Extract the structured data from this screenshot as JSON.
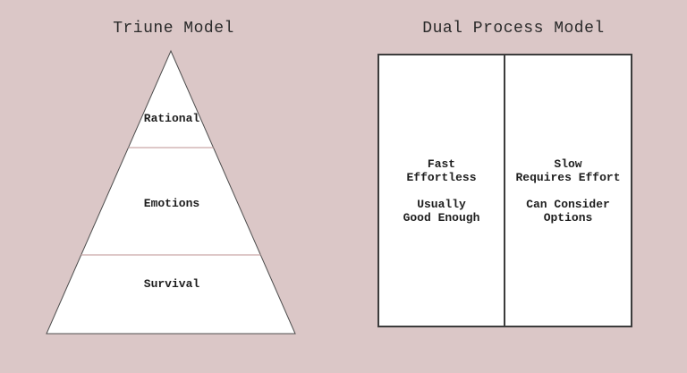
{
  "colors": {
    "background": "#dbc7c7",
    "shape_fill": "#ffffff",
    "shape_outline": "#4d4d4d",
    "box_border": "#3c3c3c",
    "pyramid_divider": "#c9a6a6",
    "text": "#1e1e1e"
  },
  "triune": {
    "title": "Triune Model",
    "levels": [
      {
        "label": "Rational"
      },
      {
        "label": "Emotions"
      },
      {
        "label": "Survival"
      }
    ]
  },
  "dual": {
    "title": "Dual Process Model",
    "columns": [
      {
        "lines1": [
          "Fast",
          "Effortless"
        ],
        "lines2": [
          "Usually",
          "Good Enough"
        ]
      },
      {
        "lines1": [
          "Slow",
          "Requires Effort"
        ],
        "lines2": [
          "Can Consider",
          "Options"
        ]
      }
    ]
  }
}
